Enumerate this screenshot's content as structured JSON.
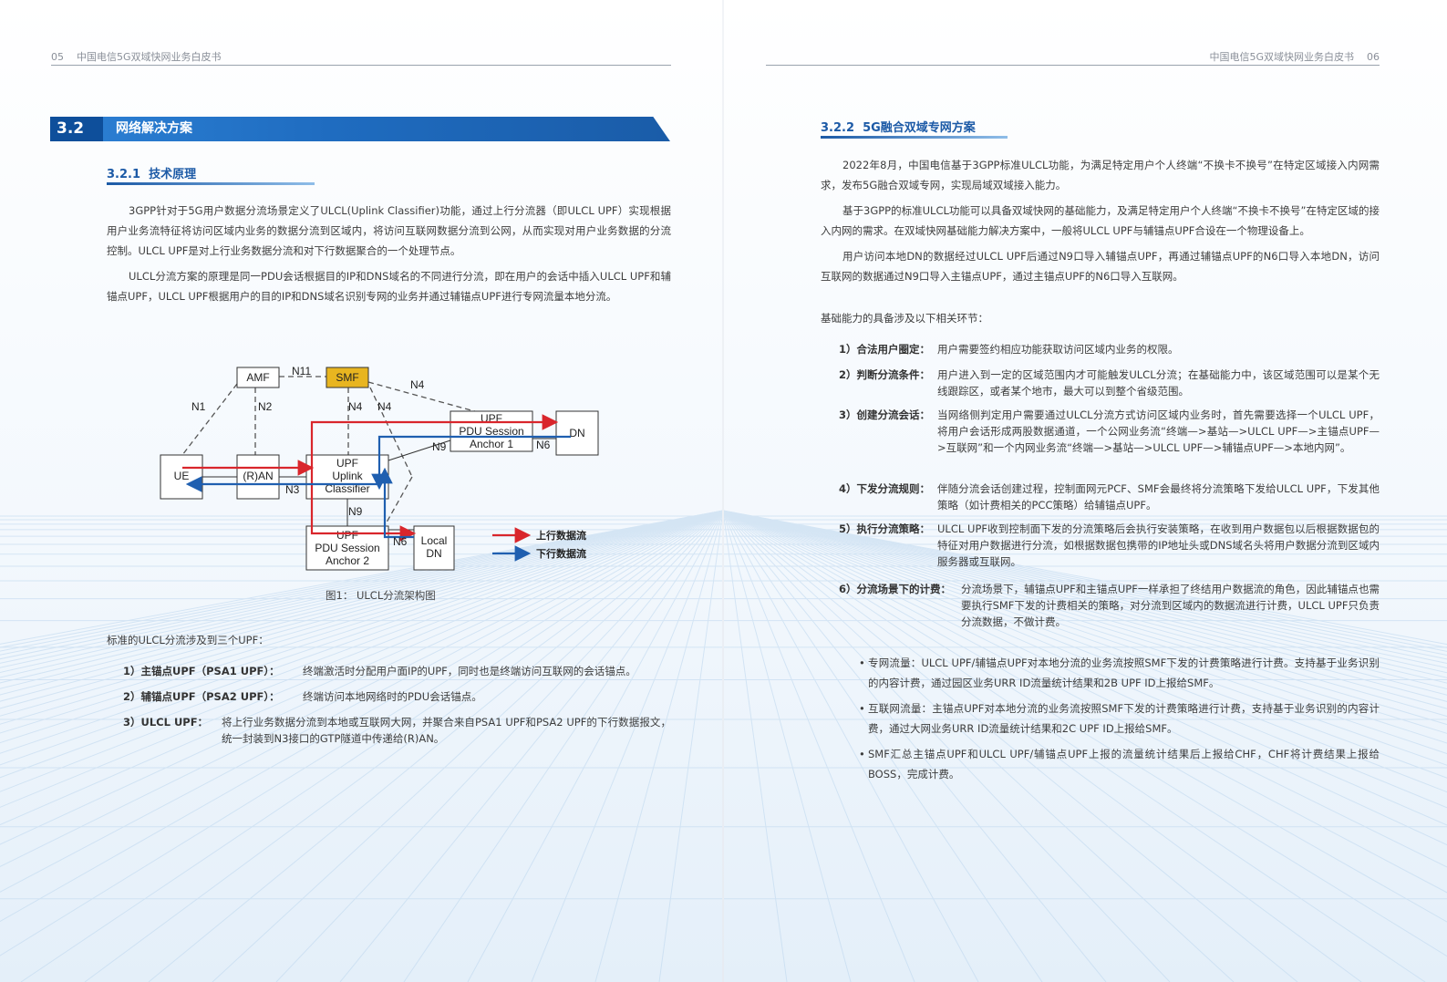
{
  "left_page": {
    "header": {
      "page_num": "05",
      "title": "中国电信5G双域快网业务白皮书"
    },
    "section": {
      "number": "3.2",
      "title": "网络解决方案"
    },
    "subsection": {
      "number": "3.2.1",
      "title": "技术原理"
    },
    "paragraphs": [
      "3GPP针对于5G用户数据分流场景定义了ULCL(Uplink          Classifier)功能，通过上行分流器（即ULCL UPF）实现根据用户业务流特征将访问区域内业务的数据分流到区域内，将访问互联网数据分流到公网，从而实现对用户业务数据的分流控制。ULCL UPF是对上行业务数据分流和对下行数据聚合的一个处理节点。",
      "ULCL分流方案的原理是同一PDU会话根据目的IP和DNS域名的不同进行分流，即在用户的会话中插入ULCL UPF和辅锚点UPF，ULCL UPF根据用户的目的IP和DNS域名识别专网的业务并通过辅锚点UPF进行专网流量本地分流。"
    ],
    "diagram": {
      "nodes": {
        "amf": "AMF",
        "smf": "SMF",
        "ue": "UE",
        "ran": "(R)AN",
        "ulcl": [
          "UPF",
          "Uplink",
          "Classifier"
        ],
        "psa1": [
          "UPF",
          "PDU Session",
          "Anchor 1"
        ],
        "psa2": [
          "UPF",
          "PDU Session",
          "Anchor 2"
        ],
        "dn": "DN",
        "local_dn": [
          "Local",
          "DN"
        ]
      },
      "interfaces": {
        "n1": "N1",
        "n2": "N2",
        "n11": "N11",
        "n4a": "N4",
        "n4b": "N4",
        "n4c": "N4",
        "n3": "N3",
        "n9a": "N9",
        "n9b": "N9",
        "n6a": "N6",
        "n6b": "N6"
      },
      "legend": {
        "uplink": "上行数据流",
        "downlink": "下行数据流"
      },
      "colors": {
        "uplink": "#d9262c",
        "downlink": "#1f5fb0",
        "smf": "#e8b520"
      }
    },
    "caption": "图1： ULCL分流架构图",
    "upf_intro": "标准的ULCL分流涉及到三个UPF：",
    "upf_list": [
      {
        "label": "1）主锚点UPF（PSA1 UPF）：",
        "text": "终端激活时分配用户面IP的UPF，同时也是终端访问互联网的会话锚点。"
      },
      {
        "label": "2）辅锚点UPF（PSA2 UPF）：",
        "text": "终端访问本地网络时的PDU会话锚点。"
      },
      {
        "label": "3）ULCL UPF：",
        "text": "将上行业务数据分流到本地或互联网大网，并聚合来自PSA1 UPF和PSA2 UPF的下行数据报文，统一封装到N3接口的GTP隧道中传递给(R)AN。"
      }
    ]
  },
  "right_page": {
    "header": {
      "page_num": "06",
      "title": "中国电信5G双域快网业务白皮书"
    },
    "subsection": {
      "number": "3.2.2",
      "title": "5G融合双域专网方案"
    },
    "paragraphs": [
      "2022年8月，中国电信基于3GPP标准ULCL功能，为满足特定用户个人终端“不换卡不换号”在特定区域接入内网需求，发布5G融合双域专网，实现局域双域接入能力。",
      "基于3GPP的标准ULCL功能可以具备双域快网的基础能力，及满足特定用户个人终端“不换卡不换号”在特定区域的接入内网的需求。在双域快网基础能力解决方案中，一般将ULCL UPF与辅锚点UPF合设在一个物理设备上。",
      "用户访问本地DN的数据经过ULCL UPF后通过N9口导入辅锚点UPF，再通过辅锚点UPF的N6口导入本地DN，访问互联网的数据通过N9口导入主锚点UPF，通过主锚点UPF的N6口导入互联网。"
    ],
    "ability_intro": "基础能力的具备涉及以下相关环节：",
    "steps": [
      {
        "label": "1）合法用户圈定：",
        "text": "用户需要签约相应功能获取访问区域内业务的权限。"
      },
      {
        "label": "2）判断分流条件：",
        "text": "用户进入到一定的区域范围内才可能触发ULCL分流；在基础能力中，该区域范围可以是某个无线跟踪区，或者某个地市，最大可以到整个省级范围。"
      },
      {
        "label": "3）创建分流会话：",
        "text": "当网络侧判定用户需要通过ULCL分流方式访问区域内业务时，首先需要选择一个ULCL UPF，将用户会话形成两股数据通道，一个公网业务流“终端—>基站—>ULCL UPF—>主锚点UPF—>互联网”和一个内网业务流“终端—>基站—>ULCL UPF—>辅锚点UPF—>本地内网”。"
      },
      {
        "label": "4）下发分流规则：",
        "text": "伴随分流会话创建过程，控制面网元PCF、SMF会最终将分流策略下发给ULCL UPF，下发其他策略（如计费相关的PCC策略）给辅锚点UPF。"
      },
      {
        "label": "5）执行分流策略：",
        "text": "ULCL UPF收到控制面下发的分流策略后会执行安装策略，在收到用户数据包以后根据数据包的特征对用户数据进行分流，如根据数据包携带的IP地址头或DNS域名头将用户数据分流到区域内服务器或互联网。"
      },
      {
        "label": "6）分流场景下的计费：",
        "text": "分流场景下，辅锚点UPF和主锚点UPF一样承担了终结用户数据流的角色，因此辅锚点也需要执行SMF下发的计费相关的策略，对分流到区域内的数据流进行计费，ULCL UPF只负责分流数据，不做计费。"
      }
    ],
    "bullets": [
      "专网流量：ULCL UPF/辅锚点UPF对本地分流的业务流按照SMF下发的计费策略进行计费。支持基于业务识别的内容计费，通过园区业务URR ID流量统计结果和2B UPF ID上报给SMF。",
      "互联网流量：主锚点UPF对本地分流的业务流按照SMF下发的计费策略进行计费，支持基于业务识别的内容计费，通过大网业务URR ID流量统计结果和2C UPF ID上报给SMF。",
      "SMF汇总主锚点UPF和ULCL UPF/辅锚点UPF上报的流量统计结果后上报给CHF，CHF将计费结果上报给BOSS，完成计费。"
    ]
  }
}
